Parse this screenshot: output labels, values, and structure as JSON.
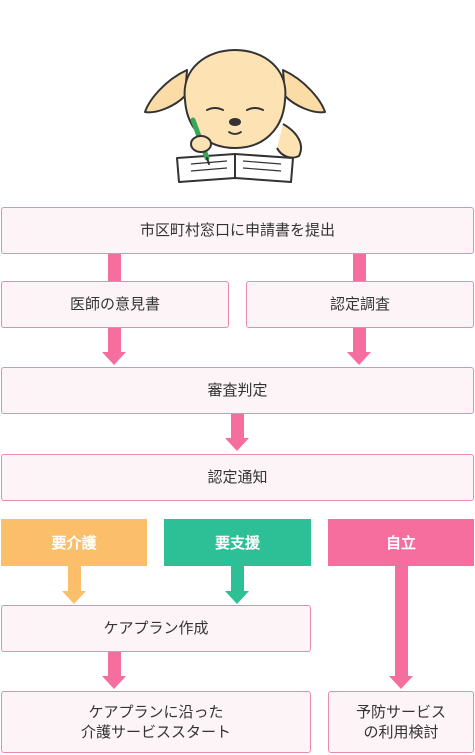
{
  "colors": {
    "pink": "#f56e9e",
    "orange": "#fbbf6b",
    "green": "#2dbf96",
    "box_fill": "#fdf4f8",
    "box_border": "#e98ab0"
  },
  "illustration": {
    "icon": "puppy-writing-in-notebook-icon"
  },
  "steps": {
    "submit": "市区町村窓口に申請書を提出",
    "doctor_opinion": "医師の意見書",
    "certification_survey": "認定調査",
    "screening": "審査判定",
    "notice": "認定通知",
    "care_plan": "ケアプラン作成",
    "service_start": "ケアプランに沿った\n介護サービススタート",
    "prevention": "予防サービス\nの利用検討"
  },
  "results": {
    "care_needed": "要介護",
    "support_needed": "要支援",
    "independent": "自立"
  }
}
